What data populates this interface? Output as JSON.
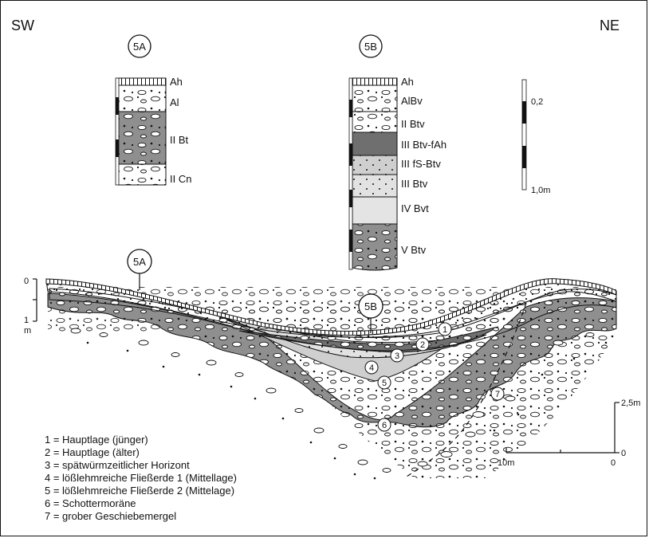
{
  "orientation": {
    "left": "SW",
    "right": "NE"
  },
  "profiles": {
    "p5a": {
      "label": "5A",
      "horizons": [
        "Ah",
        "Al",
        "II Bt",
        "II Cn"
      ]
    },
    "p5b": {
      "label": "5B",
      "horizons": [
        "Ah",
        "AlBv",
        "II Btv",
        "III Btv-fAh",
        "III fS-Btv",
        "III Btv",
        "IV Bvt",
        "V Btv"
      ]
    }
  },
  "profile_scale": {
    "top": "0,2",
    "bottom": "1,0m"
  },
  "depth_scale": {
    "top": "0",
    "bottom": "1",
    "unit": "m"
  },
  "section_markers": [
    "5A",
    "5B"
  ],
  "layer_numbers": [
    "1",
    "2",
    "3",
    "4",
    "5",
    "6",
    "7"
  ],
  "vertical_scale": {
    "top": "2,5m",
    "bottom": "0"
  },
  "horizontal_scale": {
    "left": "10m",
    "right": "0"
  },
  "legend": [
    "1 = Hauptlage (jünger)",
    "2 = Hauptlage (älter)",
    "3 = spätwürmzeitlicher Horizont",
    "4 = lößlehmreiche Fließerde 1 (Mittellage)",
    "5 = lößlehmreiche Fließerde 2 (Mittelage)",
    "6 = Schottermoräne",
    "7 = grober Geschiebemergel"
  ],
  "colors": {
    "gravel_layer": "#8f8f8f",
    "dark_layer": "#6f6f6f",
    "light_layer": "#e2e2e2",
    "mid_layer": "#bdbdbd"
  }
}
